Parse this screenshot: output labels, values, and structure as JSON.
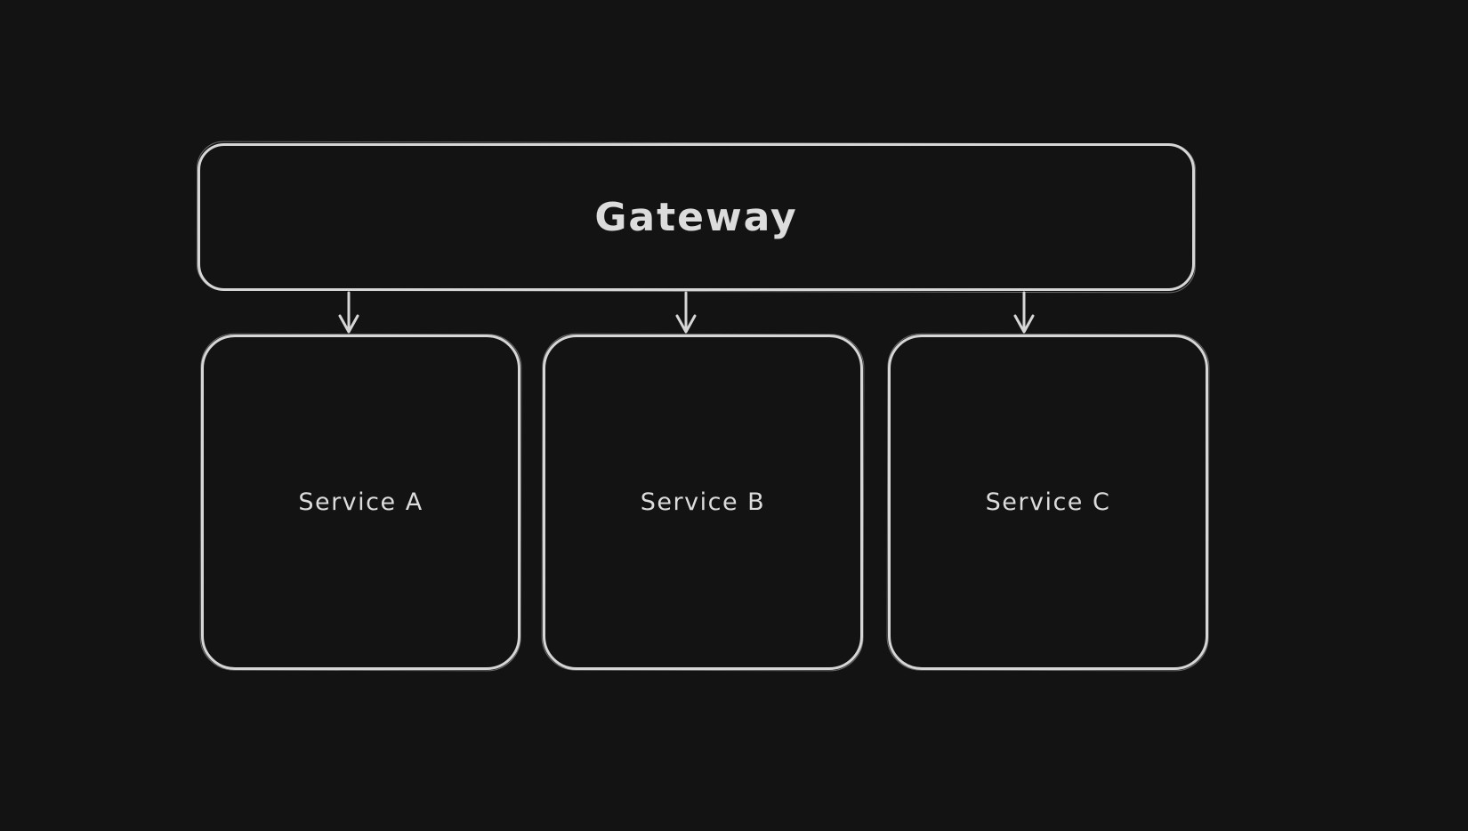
{
  "theme": {
    "background": "#131313",
    "stroke": "#d6d6d6",
    "text": "#dcdcdc"
  },
  "diagram": {
    "type": "flowchart",
    "style": "hand-drawn",
    "gateway": {
      "label": "Gateway"
    },
    "services": [
      {
        "label": "Service A"
      },
      {
        "label": "Service B"
      },
      {
        "label": "Service C"
      }
    ],
    "edges": [
      {
        "from": "Gateway",
        "to": "Service A",
        "arrowhead": "open-v"
      },
      {
        "from": "Gateway",
        "to": "Service B",
        "arrowhead": "open-v"
      },
      {
        "from": "Gateway",
        "to": "Service C",
        "arrowhead": "open-v"
      }
    ]
  }
}
